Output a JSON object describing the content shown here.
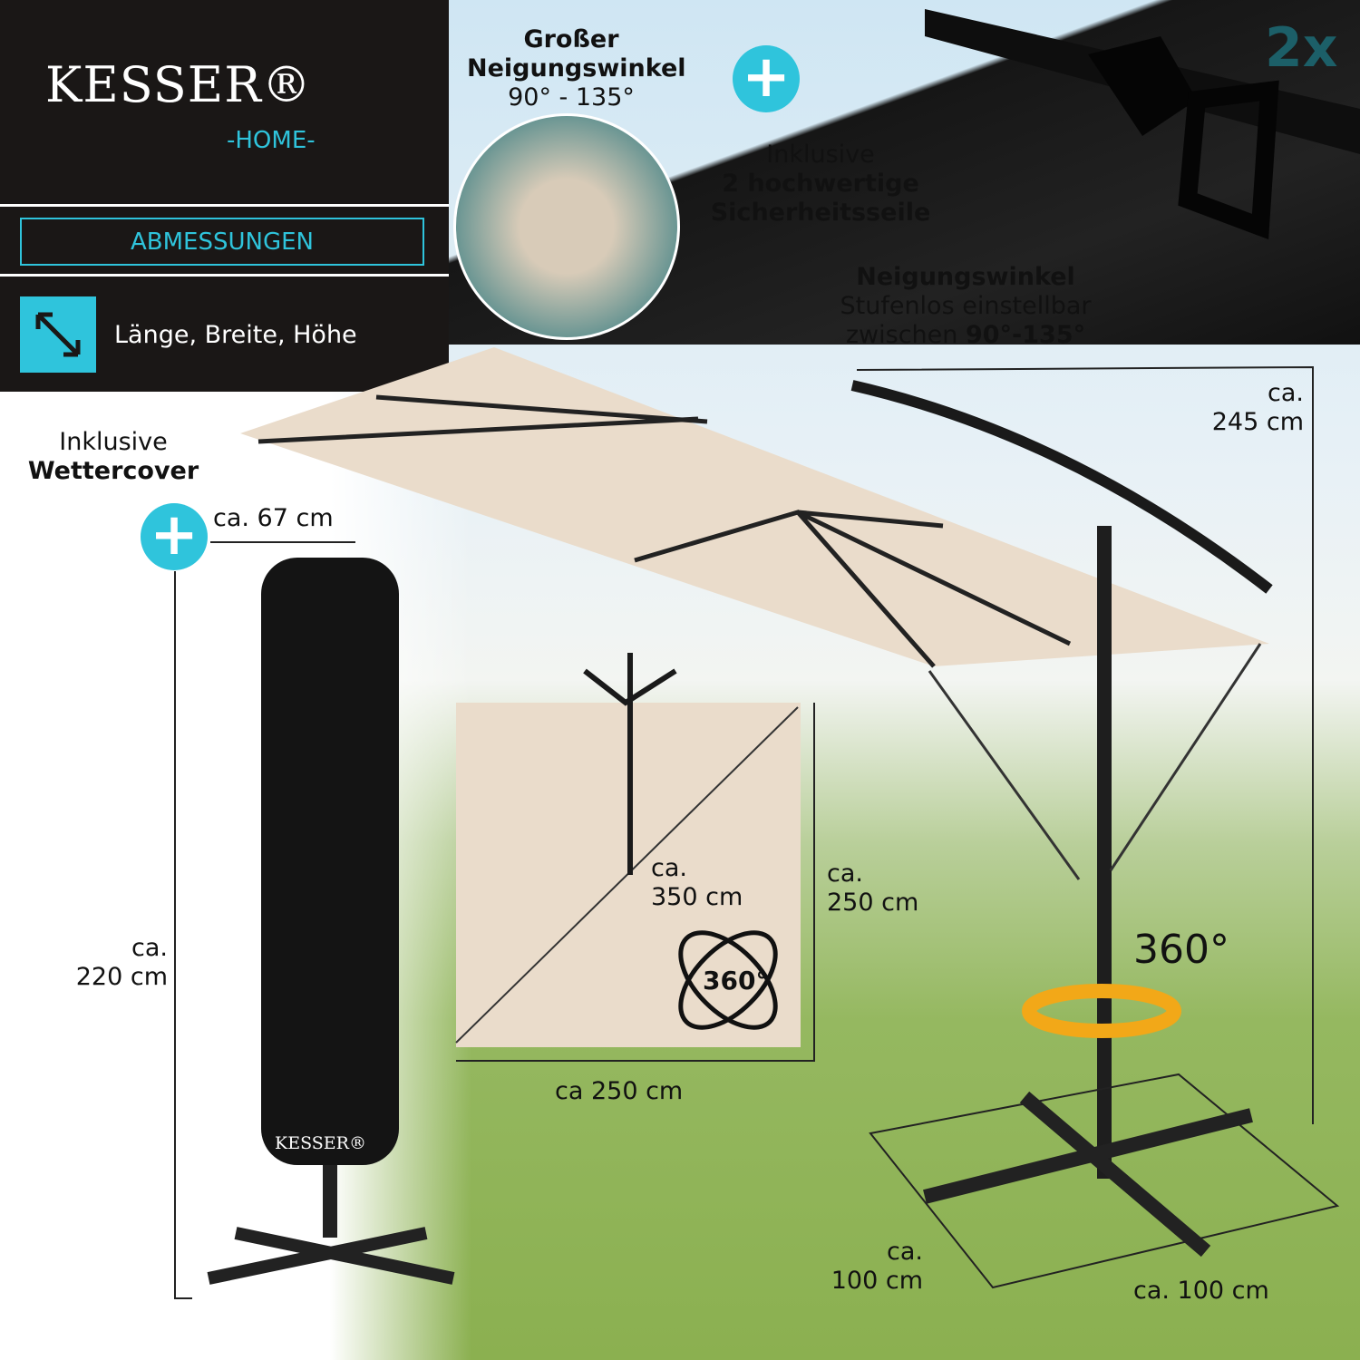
{
  "brand": {
    "name": "KESSER®",
    "sub": "-HOME-"
  },
  "section_label": "ABMESSUNGEN",
  "dimensions_label": "Länge, Breite, Höhe",
  "badge_2x": "2x",
  "tilt_feature": {
    "line1": "Großer",
    "line2": "Neigungswinkel",
    "line3": "90° - 135°"
  },
  "ropes": {
    "line1": "Inklusive",
    "line2": "2 hochwertige",
    "line3": "Sicherheitsseile"
  },
  "tilt_info": {
    "title": "Neigungswinkel",
    "line2": "Stufenlos einstellbar",
    "line3_prefix": "zwischen ",
    "line3_bold": "90°-135°"
  },
  "cover": {
    "line1": "Inklusive",
    "line2": "Wettercover",
    "brand_on_cover": "KESSER®"
  },
  "measurements": {
    "cover_width": "ca. 67 cm",
    "cover_height_1": "ca.",
    "cover_height_2": "220 cm",
    "height_1": "ca.",
    "height_2": "245 cm",
    "diag_1": "ca.",
    "diag_2": "350 cm",
    "side_1": "ca.",
    "side_2": "250 cm",
    "bottom": "ca 250 cm",
    "base_d1": "ca.",
    "base_d2": "100 cm",
    "base_w": "ca. 100 cm"
  },
  "rotation": {
    "small": "360°",
    "large": "360°"
  },
  "colors": {
    "accent": "#2fc4dc",
    "canopy": "#eadccb",
    "dark": "#1a1716",
    "arrow": "#f2a818"
  }
}
